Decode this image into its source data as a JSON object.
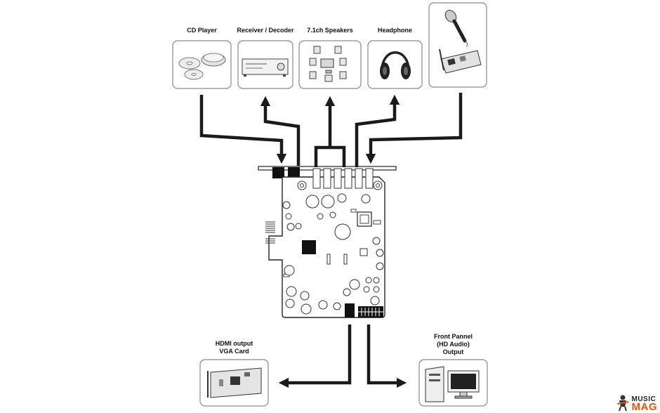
{
  "labels": {
    "cd_player": "CD Player",
    "receiver": "Receiver / Decoder",
    "speakers": "7.1ch Speakers",
    "headphone": "Headphone",
    "hdmi": "HDMI output\nVGA Card",
    "front_panel": "Front Pannel\n(HD Audio)\nOutput"
  },
  "watermark": {
    "line1": "MUSIC",
    "line2": "MAG"
  },
  "colors": {
    "arrow": "#1a1a1a",
    "box_border": "#8a8a8a",
    "watermark_accent": "#e8560c"
  }
}
